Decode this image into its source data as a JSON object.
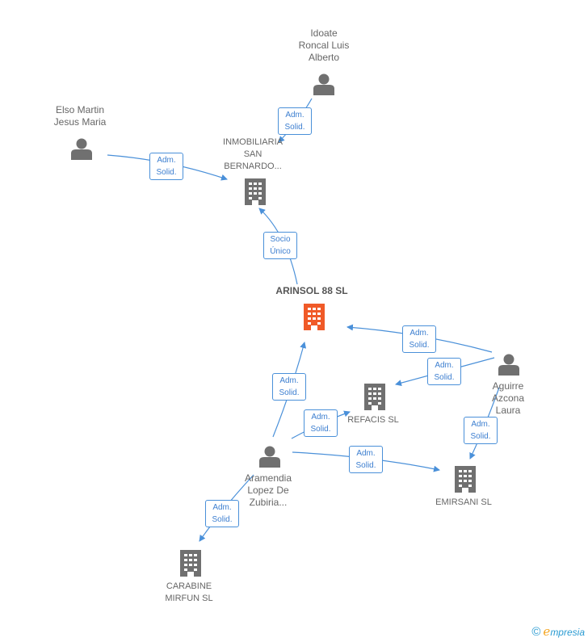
{
  "colors": {
    "edge": "#4a90d9",
    "node": "#707070",
    "focus": "#f05a28",
    "brand": "#2a9bd2"
  },
  "nodes": {
    "idoate": {
      "label": "Idoate\nRoncal Luis\nAlberto",
      "type": "person-icon"
    },
    "elso": {
      "label": "Elso Martin\nJesus Maria",
      "type": "person-icon"
    },
    "inmobiliaria": {
      "label": "INMOBILIARIA\nSAN\nBERNARDO...",
      "type": "building-icon"
    },
    "arinsol": {
      "label": "ARINSOL 88 SL",
      "type": "building-icon"
    },
    "aguirre": {
      "label": "Aguirre\nAzcona\nLaura",
      "type": "person-icon"
    },
    "refacis": {
      "label": "REFACIS SL",
      "type": "building-icon"
    },
    "aramendia": {
      "label": "Aramendia\nLopez De\nZubiria...",
      "type": "person-icon"
    },
    "emirsani": {
      "label": "EMIRSANI SL",
      "type": "building-icon"
    },
    "carabine": {
      "label": "CARABINE\nMIRFUN SL",
      "type": "building-icon"
    }
  },
  "edges": {
    "e1": {
      "label": "Adm.\nSolid."
    },
    "e2": {
      "label": "Adm.\nSolid."
    },
    "e3": {
      "label": "Socio\nÚnico"
    },
    "e4": {
      "label": "Adm.\nSolid."
    },
    "e5": {
      "label": "Adm.\nSolid."
    },
    "e6": {
      "label": "Adm.\nSolid."
    },
    "e7": {
      "label": "Adm.\nSolid."
    },
    "e8": {
      "label": "Adm.\nSolid."
    },
    "e9": {
      "label": "Adm.\nSolid."
    },
    "e10": {
      "label": "Adm.\nSolid."
    }
  },
  "brand": {
    "copyright": "©",
    "e": "e",
    "rest": "mpresia"
  }
}
